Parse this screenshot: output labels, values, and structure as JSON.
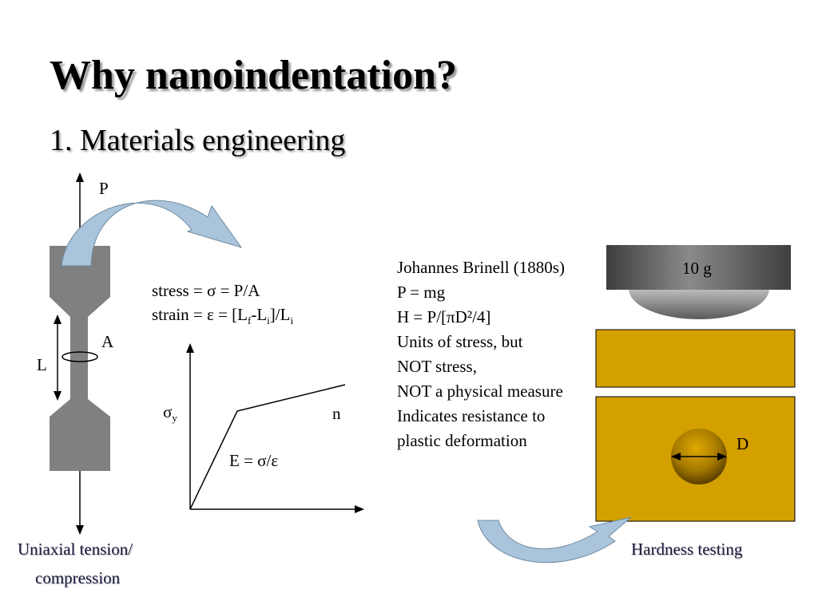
{
  "slide": {
    "title": "Why nanoindentation?",
    "subtitle": "1. Materials engineering"
  },
  "tension": {
    "label_P": "P",
    "label_A": "A",
    "label_L": "L",
    "caption_line1": "Uniaxial tension/",
    "caption_line2": "compression"
  },
  "equations": {
    "stress_prefix": "stress = ",
    "stress_symbol": "σ",
    "stress_suffix": " = P/A",
    "strain_prefix": "strain = ",
    "strain_symbol": "ε",
    "strain_mid": " = [L",
    "strain_sub_f": "f",
    "strain_dash": "-L",
    "strain_sub_i": "i",
    "strain_end": "]/L",
    "strain_sub_i2": "i"
  },
  "stress_strain_plot": {
    "sigma_symbol": "σ",
    "sigma_sub": "y",
    "label_n": "n",
    "modulus_label": "E = σ/ε"
  },
  "brinell": {
    "lines": [
      "Johannes Brinell (1880s)",
      "P = mg",
      "H = P/[πD²/4]",
      "Units of stress, but",
      "NOT stress,",
      "NOT a physical measure",
      "Indicates resistance to",
      "plastic deformation"
    ],
    "weight_label": "10 g",
    "label_D": "D",
    "caption": "Hardness testing"
  },
  "colors": {
    "specimen": "#808080",
    "arrow_fill": "#a8c4d8",
    "arrow_fill_light": "#cde8fa",
    "gold": "#d4a000",
    "indenter_dark": "#4f4f4f"
  }
}
